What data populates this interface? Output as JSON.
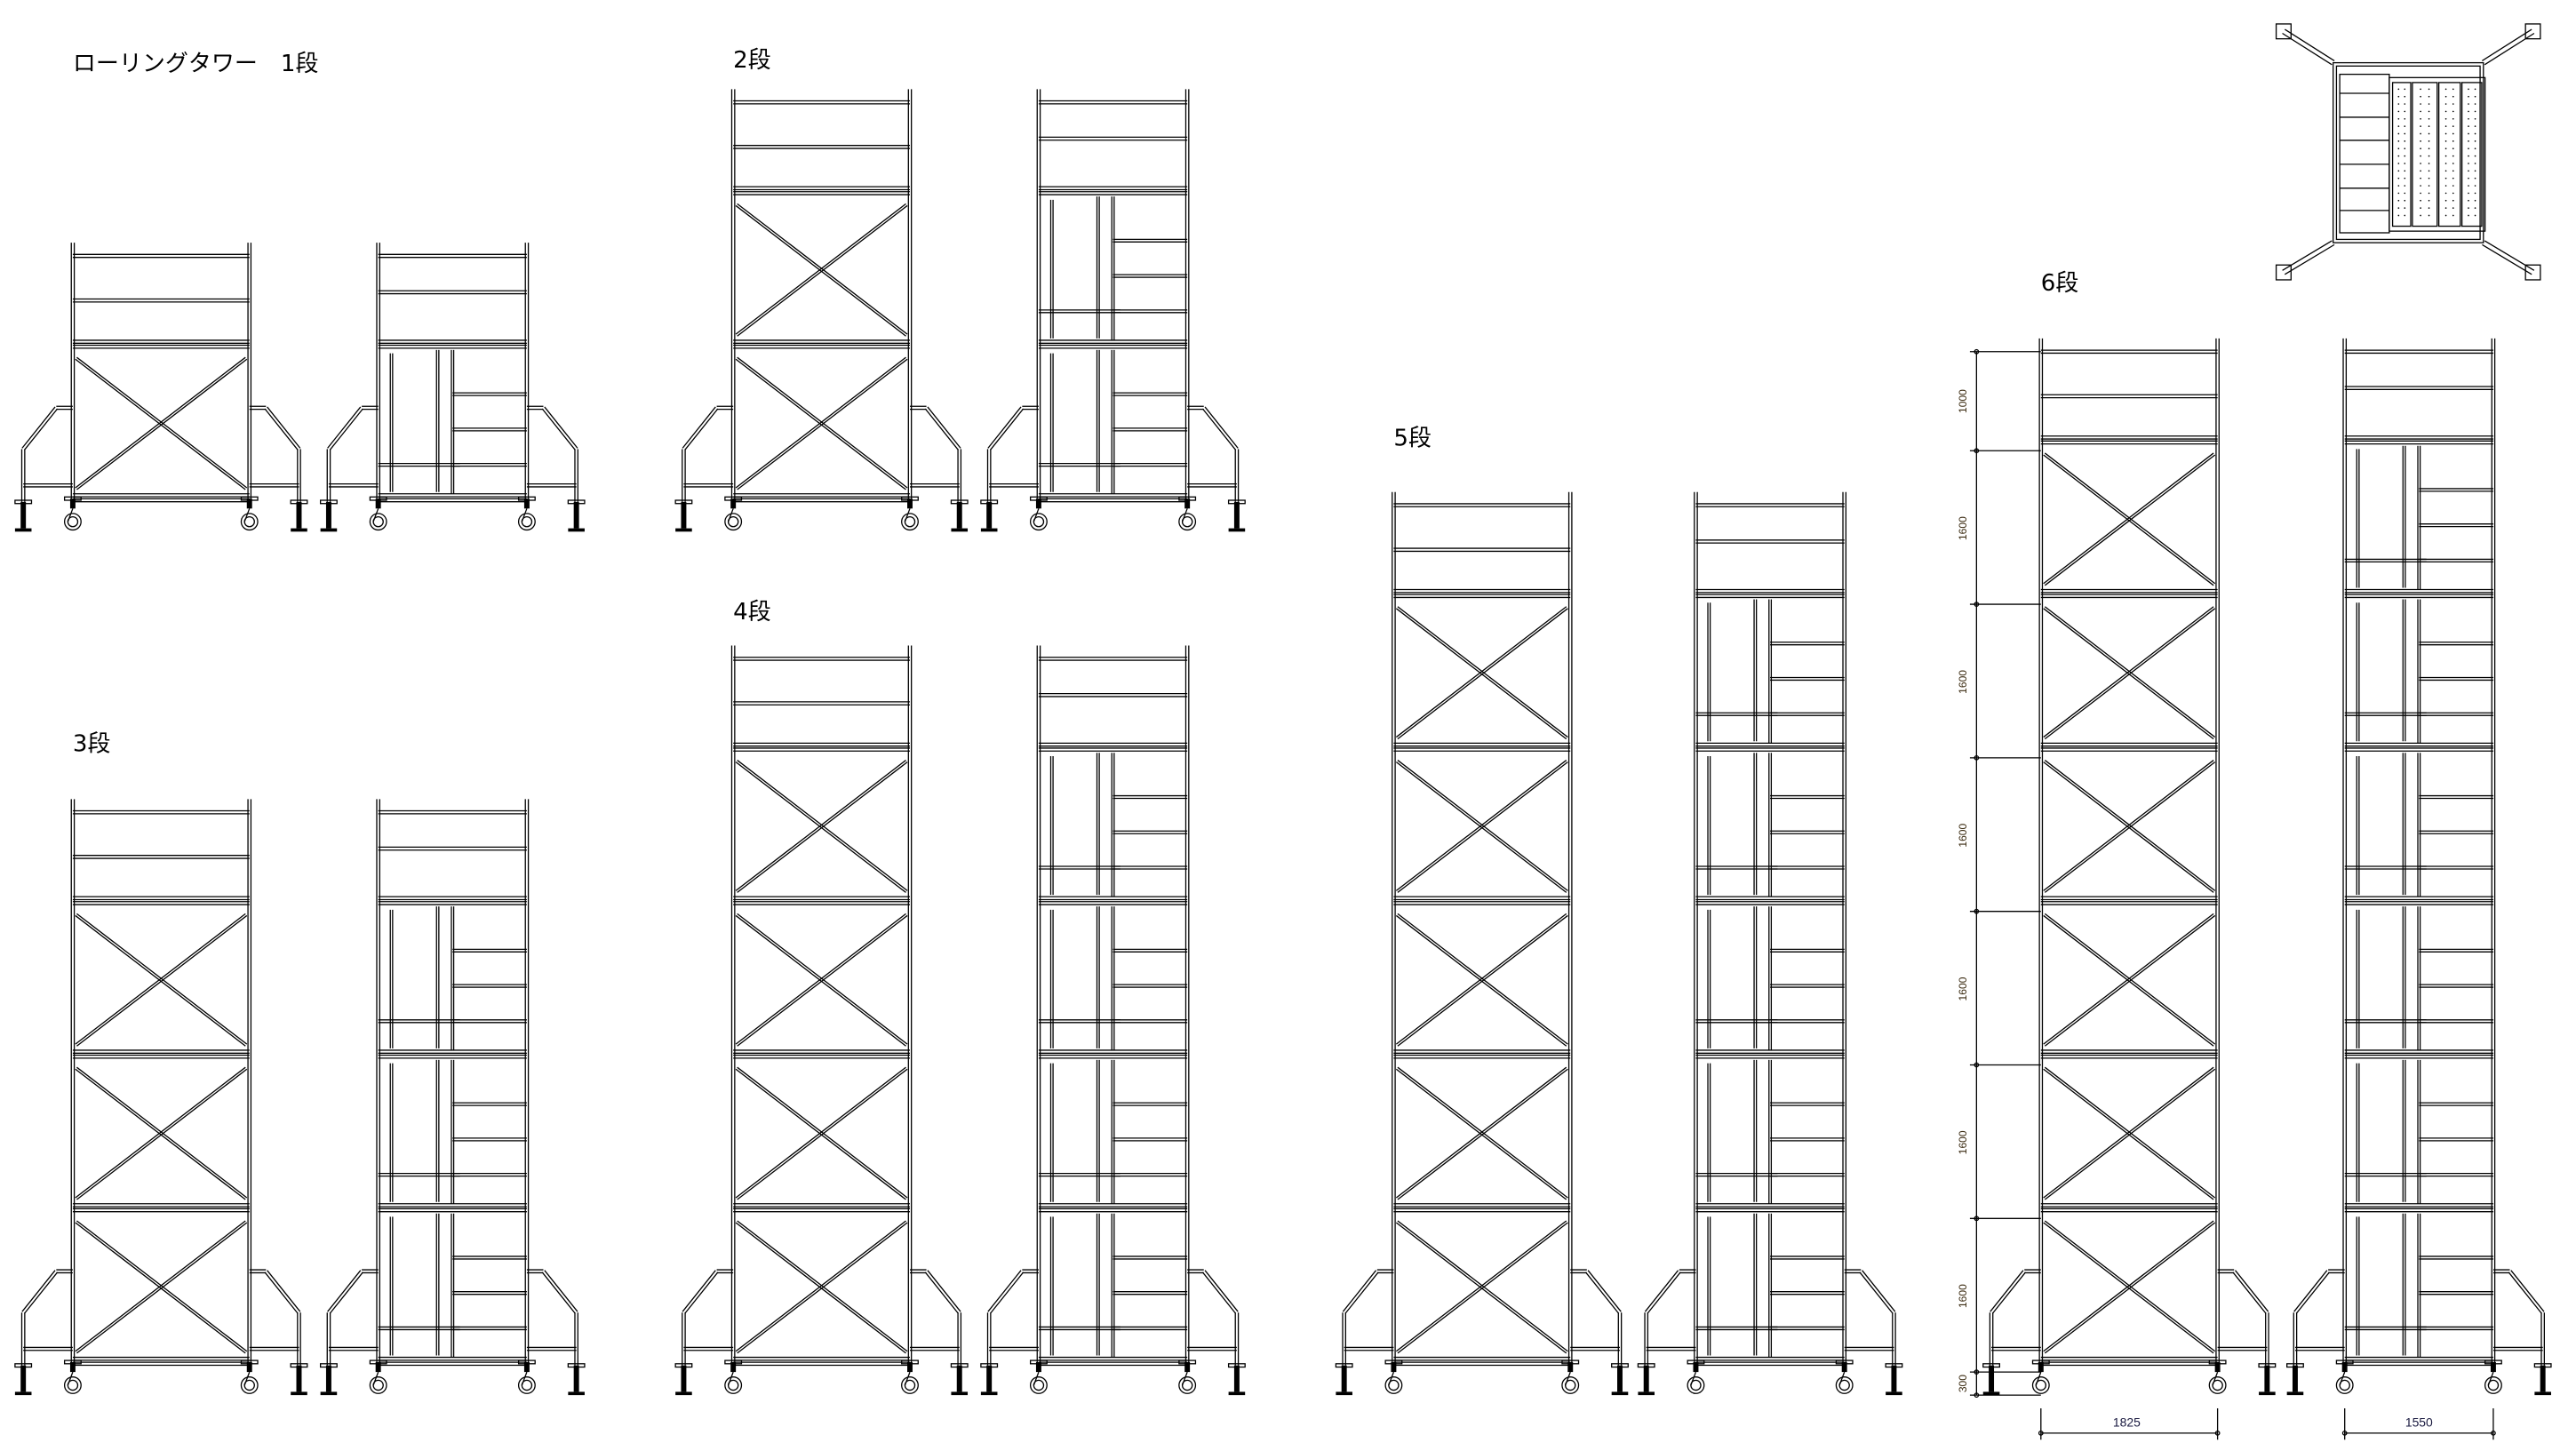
{
  "labels": {
    "tower1": "ローリングタワー　1段",
    "tower2": "2段",
    "tower3": "3段",
    "tower4": "4段",
    "tower5": "5段",
    "tower6": "6段"
  },
  "towers": [
    {
      "label_key": "tower1",
      "levels": 1
    },
    {
      "label_key": "tower2",
      "levels": 2
    },
    {
      "label_key": "tower3",
      "levels": 3
    },
    {
      "label_key": "tower4",
      "levels": 4
    },
    {
      "label_key": "tower5",
      "levels": 5
    },
    {
      "label_key": "tower6",
      "levels": 6
    }
  ],
  "dimensions": {
    "vertical": [
      "1000",
      "1600",
      "1600",
      "1600",
      "1600",
      "1600",
      "1600",
      "300"
    ],
    "front_width": "1825",
    "side_width": "1550"
  }
}
